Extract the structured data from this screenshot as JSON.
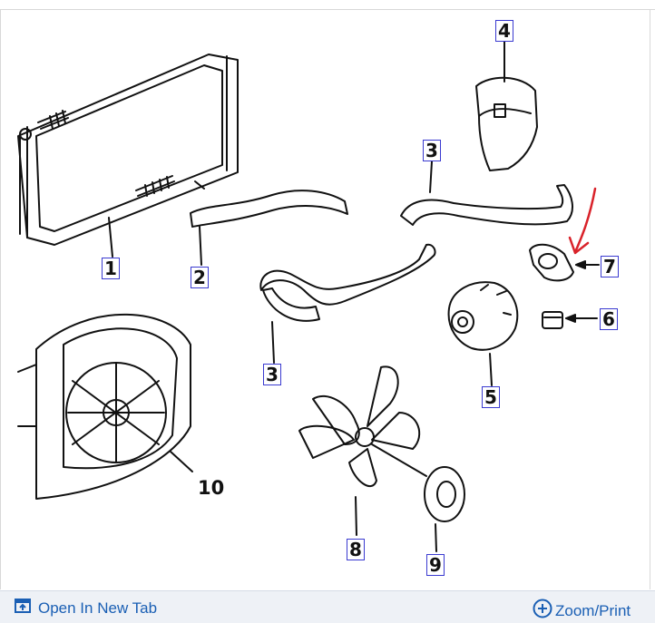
{
  "diagram": {
    "callouts": {
      "c1": "1",
      "c2": "2",
      "c3a": "3",
      "c3b": "3",
      "c4": "4",
      "c5": "5",
      "c6": "6",
      "c7": "7",
      "c8": "8",
      "c9": "9",
      "c10": "10"
    }
  },
  "toolbar": {
    "open_new_tab_label": "Open In New Tab",
    "zoom_print_label": "Zoom/Print",
    "open_icon": "open-in-new-tab-icon",
    "zoom_icon": "zoom-plus-icon"
  },
  "colors": {
    "link": "#1a5fb4",
    "callout_border": "#3a3ad0",
    "annotation_arrow": "#d9222a",
    "bar_bg": "#eef1f6"
  }
}
